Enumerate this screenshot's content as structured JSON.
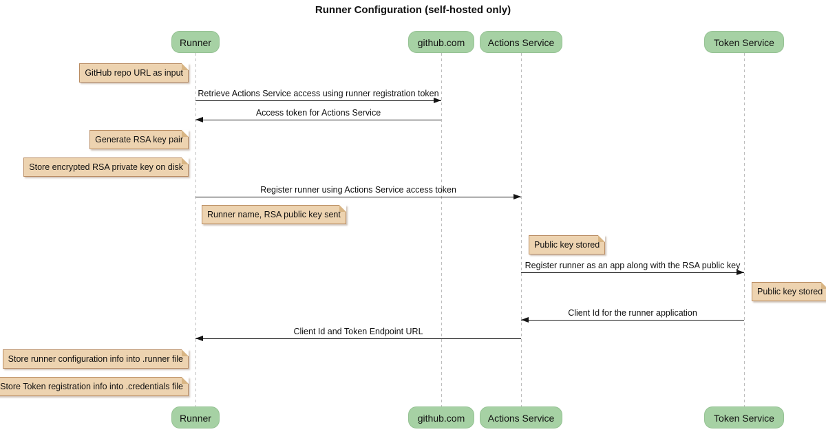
{
  "title": "Runner Configuration (self-hosted only)",
  "participants": [
    {
      "label": "Runner"
    },
    {
      "label": "github.com"
    },
    {
      "label": "Actions Service"
    },
    {
      "label": "Token Service"
    }
  ],
  "messages": [
    {
      "label": "Retrieve Actions Service access using runner registration token",
      "from": "Runner",
      "to": "github.com",
      "direction": "right"
    },
    {
      "label": "Access token for Actions Service",
      "from": "github.com",
      "to": "Runner",
      "direction": "left"
    },
    {
      "label": "Register runner using Actions Service access token",
      "from": "Runner",
      "to": "Actions Service",
      "direction": "right"
    },
    {
      "label": "Register runner as an app along with the RSA public key",
      "from": "Actions Service",
      "to": "Token Service",
      "direction": "right"
    },
    {
      "label": "Client Id for the runner application",
      "from": "Token Service",
      "to": "Actions Service",
      "direction": "left"
    },
    {
      "label": "Client Id and Token Endpoint URL",
      "from": "Actions Service",
      "to": "Runner",
      "direction": "left"
    }
  ],
  "notes": [
    {
      "label": "GitHub repo URL as input",
      "anchor": "left of Runner"
    },
    {
      "label": "Generate RSA key pair",
      "anchor": "left of Runner"
    },
    {
      "label": "Store encrypted RSA private key on disk",
      "anchor": "left of Runner"
    },
    {
      "label": "Runner name, RSA public key sent",
      "anchor": "right of Runner"
    },
    {
      "label": "Public key stored",
      "anchor": "right of Actions Service"
    },
    {
      "label": "Public key stored",
      "anchor": "right of Token Service"
    },
    {
      "label": "Store runner configuration info into .runner file",
      "anchor": "left of Runner"
    },
    {
      "label": "Store Token registration info into .credentials file",
      "anchor": "left of Runner"
    }
  ],
  "colors": {
    "participant_fill": "#A6D1A4",
    "participant_border": "#95C293",
    "note_fill": "#EDD3B0",
    "note_border": "#B98C62",
    "lifeline": "#BDBDBD",
    "arrow": "#141414",
    "text": "#111111"
  }
}
